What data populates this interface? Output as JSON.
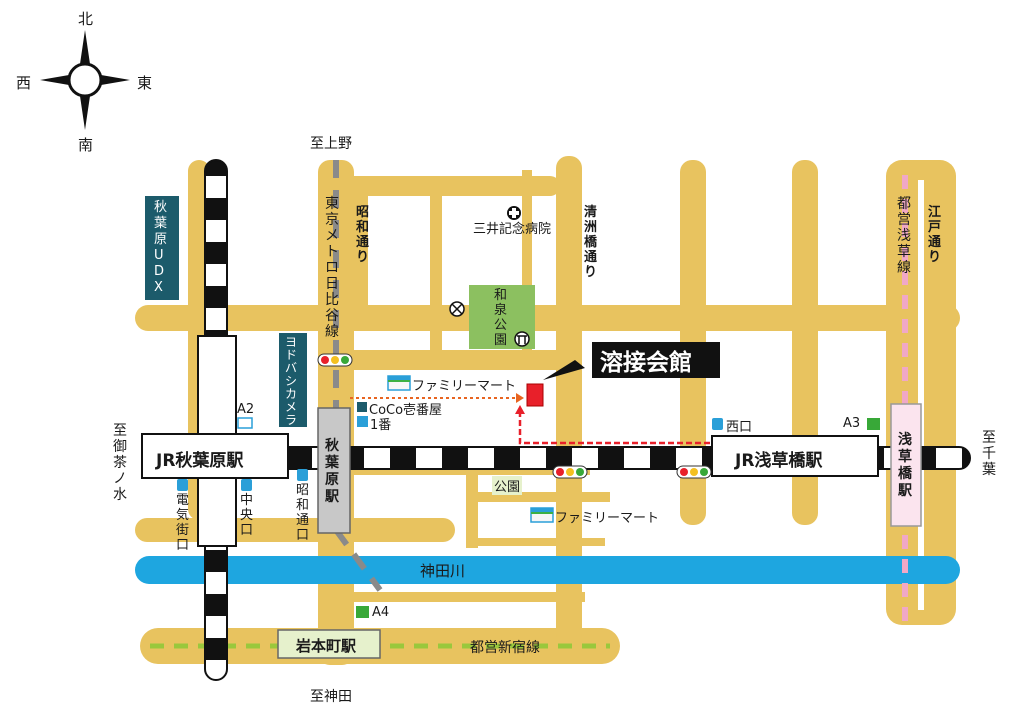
{
  "compass": {
    "north": "北",
    "south": "南",
    "east": "東",
    "west": "西"
  },
  "directions": {
    "to_ueno": "至上野",
    "to_kanda": "至神田",
    "to_ochanomizu": "至御茶ノ水",
    "to_chiba": "至千葉"
  },
  "roads": {
    "showa_dori": "昭和通り",
    "kiyosubashi_dori": "清洲橋通り",
    "edo_dori": "江戸通り"
  },
  "lines": {
    "hibiya": "東京メトロ日比谷線",
    "asakusa": "都営浅草線",
    "shinjuku": "都営新宿線"
  },
  "stations": {
    "jr_akihabara": "JR秋葉原駅",
    "jr_asakusabashi": "JR浅草橋駅",
    "akihabara_metro": "秋葉原駅",
    "asakusabashi_toei": "浅草橋駅",
    "iwamotocho": "岩本町駅"
  },
  "exits": {
    "a2": "A2",
    "a3": "A3",
    "a4": "A4",
    "denkigai": "電気街口",
    "chuo": "中央口",
    "showa": "昭和通口",
    "nishi": "西口",
    "no1": "1番"
  },
  "landmarks": {
    "udx": "秋葉原UDX",
    "yodobashi": "ヨドバシカメラ",
    "hospital": "三井記念病院",
    "izumi_park": "和泉公園",
    "family_mart": "ファミリーマート",
    "coco": "CoCo壱番屋",
    "park": "公園",
    "river": "神田川"
  },
  "destination": "溶接会館",
  "colors": {
    "road": "#e8c35f",
    "river": "#1ea6e0",
    "jr_black": "#111111",
    "udx_block": "#1c5b6b",
    "park_green": "#8cc060",
    "destination_red": "#e8202a",
    "asakusa_pink": "#f0a8c6",
    "shinjuku_green": "#9ac83c",
    "route_red": "#e8202a"
  }
}
